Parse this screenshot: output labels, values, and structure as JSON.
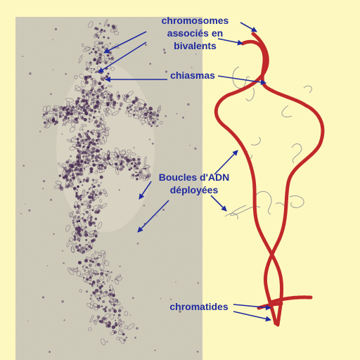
{
  "labels": {
    "chromosomes_line1": "chromosomes",
    "chromosomes_line2": "associés en",
    "chromosomes_line3": "bivalents",
    "chiasmas": "chiasmas",
    "loops_line1": "Boucles d'ADN",
    "loops_line2": "déployées",
    "chromatides": "chromatides"
  },
  "colors": {
    "background": "#FDF8C0",
    "micrograph": "#CFCBB9",
    "chromosome_stain": "#4A2F55",
    "arrow": "#1F2A9E",
    "label_text": "#1F2A9E",
    "chromatid_red": "#C0282A",
    "chromatid_dark": "#7A1A1A",
    "loop_gray": "#9A9A9A"
  }
}
